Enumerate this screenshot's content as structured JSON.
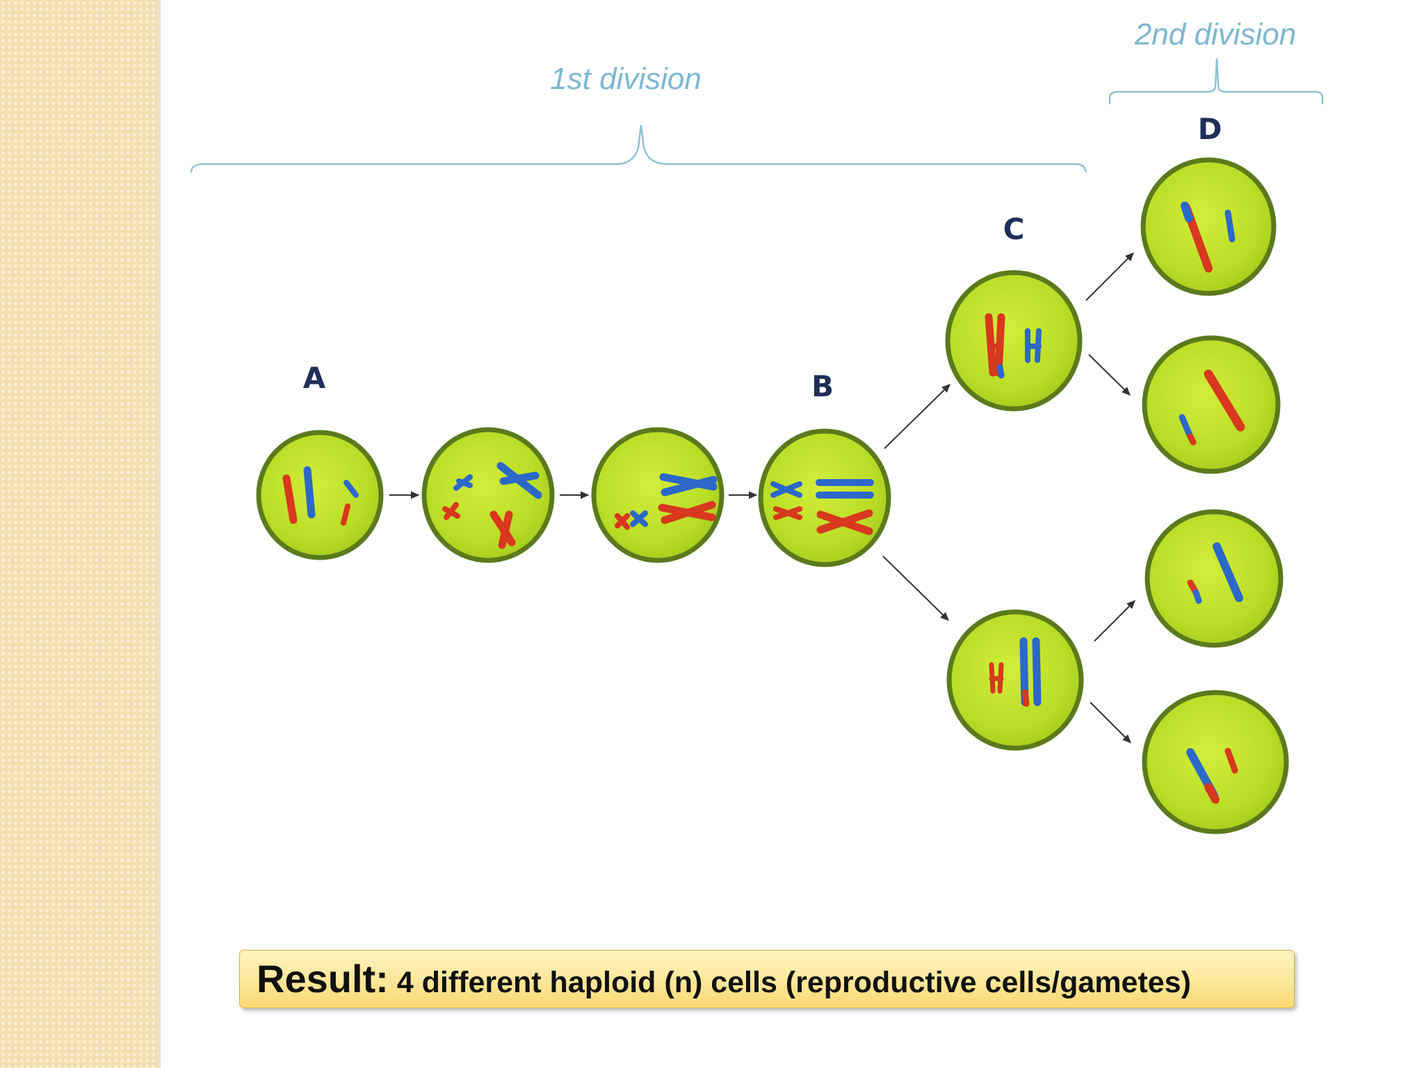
{
  "labels": {
    "first_division": "1st division",
    "second_division": "2nd division",
    "cell_a": "A",
    "cell_b": "B",
    "cell_c": "C",
    "cell_d": "D"
  },
  "result": {
    "label": "Result:",
    "text": " 4 different haploid (n) cells (reproductive cells/gametes)"
  },
  "colors": {
    "cell_fill": "#bfe22a",
    "cell_border": "#5a7a1c",
    "chromosome_red": "#d8381e",
    "chromosome_blue": "#2c68c8",
    "bracket": "#8fc3d4",
    "label_text": "#7db7cf",
    "letter_text": "#1f2f5a"
  }
}
